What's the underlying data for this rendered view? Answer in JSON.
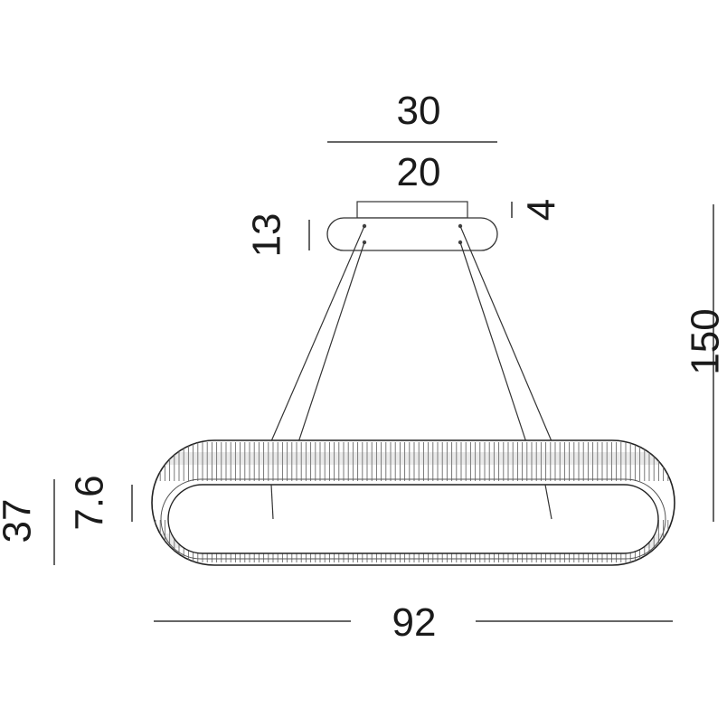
{
  "dimensions": {
    "canopy_outer_diameter": "30",
    "canopy_inner_diameter": "20",
    "canopy_height": "13",
    "mount_plate_height": "4",
    "overall_height": "150",
    "ring_height": "7.6",
    "ring_width": "37",
    "ring_length": "92"
  },
  "colors": {
    "line": "#333333",
    "text": "#1a1a1a",
    "background": "#ffffff"
  }
}
